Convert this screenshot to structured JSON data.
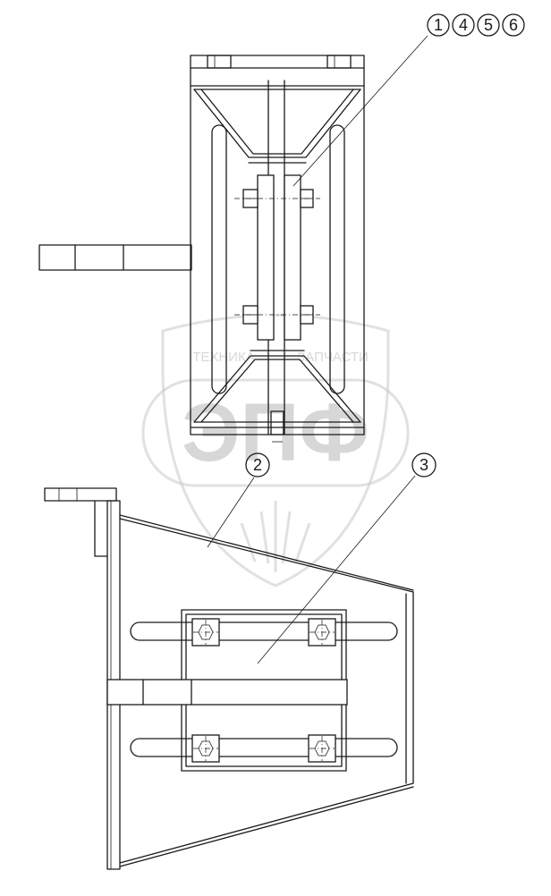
{
  "callouts": {
    "top_group": [
      "1",
      "4",
      "5",
      "6"
    ],
    "part_2": "2",
    "part_3": "3"
  },
  "watermark": {
    "top_line_left": "ТЕХНИКА",
    "top_line_right": "ЗАПЧАСТИ",
    "logo": "ЭПФ"
  },
  "colors": {
    "line": "#1a1a1a",
    "watermark": "#c9c9c9"
  }
}
